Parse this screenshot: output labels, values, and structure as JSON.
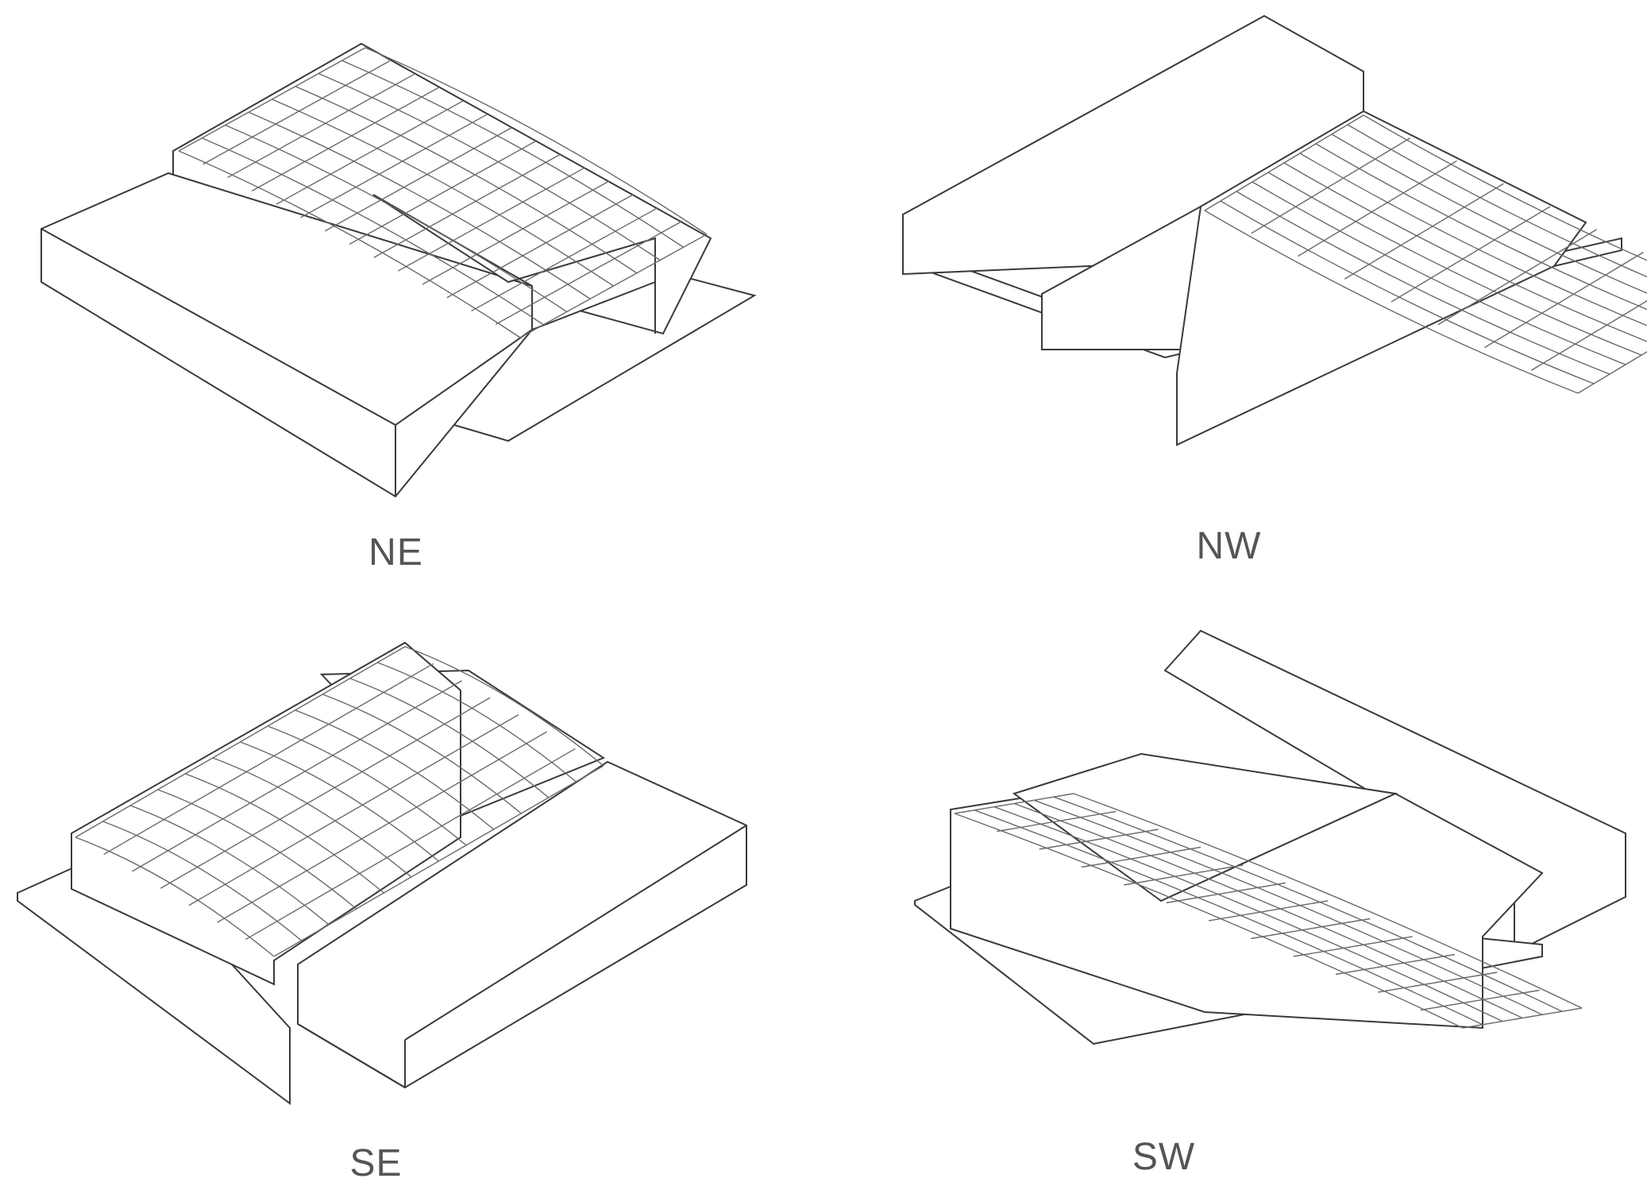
{
  "views": [
    {
      "label": "NE"
    },
    {
      "label": "NW"
    },
    {
      "label": "SE"
    },
    {
      "label": "SW"
    }
  ],
  "colors": {
    "line": "#3a3a3a",
    "thin": "#6a6a6a",
    "label": "#555555",
    "background": "#ffffff"
  }
}
